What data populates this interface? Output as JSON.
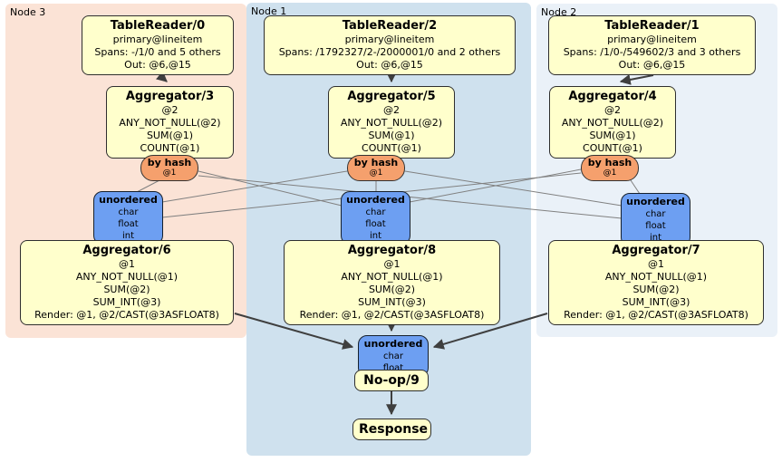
{
  "regions": [
    {
      "label": "Node 3",
      "table_reader": {
        "title": "TableReader/0",
        "lines": [
          "primary@lineitem",
          "Spans: -/1/0 and 5 others",
          "Out: @6,@15"
        ]
      },
      "aggregator": {
        "title": "Aggregator/3",
        "lines": [
          "@2",
          "ANY_NOT_NULL(@2)",
          "SUM(@1)",
          "COUNT(@1)"
        ]
      },
      "router": {
        "label": "by hash",
        "key": "@1"
      },
      "sync": {
        "label": "unordered",
        "types": [
          "char",
          "float",
          "int"
        ]
      },
      "final_aggregator": {
        "title": "Aggregator/6",
        "lines": [
          "@1",
          "ANY_NOT_NULL(@1)",
          "SUM(@2)",
          "SUM_INT(@3)",
          "Render: @1, @2/CAST(@3ASFLOAT8)"
        ]
      }
    },
    {
      "label": "Node 1",
      "table_reader": {
        "title": "TableReader/2",
        "lines": [
          "primary@lineitem",
          "Spans: /1792327/2-/2000001/0 and 2 others",
          "Out: @6,@15"
        ]
      },
      "aggregator": {
        "title": "Aggregator/5",
        "lines": [
          "@2",
          "ANY_NOT_NULL(@2)",
          "SUM(@1)",
          "COUNT(@1)"
        ]
      },
      "router": {
        "label": "by hash",
        "key": "@1"
      },
      "sync": {
        "label": "unordered",
        "types": [
          "char",
          "float",
          "int"
        ]
      },
      "final_aggregator": {
        "title": "Aggregator/8",
        "lines": [
          "@1",
          "ANY_NOT_NULL(@1)",
          "SUM(@2)",
          "SUM_INT(@3)",
          "Render: @1, @2/CAST(@3ASFLOAT8)"
        ]
      }
    },
    {
      "label": "Node 2",
      "table_reader": {
        "title": "TableReader/1",
        "lines": [
          "primary@lineitem",
          "Spans: /1/0-/549602/3 and 3 others",
          "Out: @6,@15"
        ]
      },
      "aggregator": {
        "title": "Aggregator/4",
        "lines": [
          "@2",
          "ANY_NOT_NULL(@2)",
          "SUM(@1)",
          "COUNT(@1)"
        ]
      },
      "router": {
        "label": "by hash",
        "key": "@1"
      },
      "sync": {
        "label": "unordered",
        "types": [
          "char",
          "float",
          "int"
        ]
      },
      "final_aggregator": {
        "title": "Aggregator/7",
        "lines": [
          "@1",
          "ANY_NOT_NULL(@1)",
          "SUM(@2)",
          "SUM_INT(@3)",
          "Render: @1, @2/CAST(@3ASFLOAT8)"
        ]
      }
    }
  ],
  "output": {
    "sync": {
      "label": "unordered",
      "types": [
        "char",
        "float"
      ]
    },
    "noop_label": "No-op/9",
    "response_label": "Response"
  },
  "colors": {
    "node3_bg": "#fbe3d6",
    "node1_bg": "#cfe1ee",
    "node2_bg": "#eaf1f8",
    "process_box_fill": "#ffffcc",
    "router_fill": "#f5a06d",
    "sync_fill": "#6d9ff2",
    "edge_thin": "#808080",
    "edge_thick": "#3f3f3f"
  }
}
